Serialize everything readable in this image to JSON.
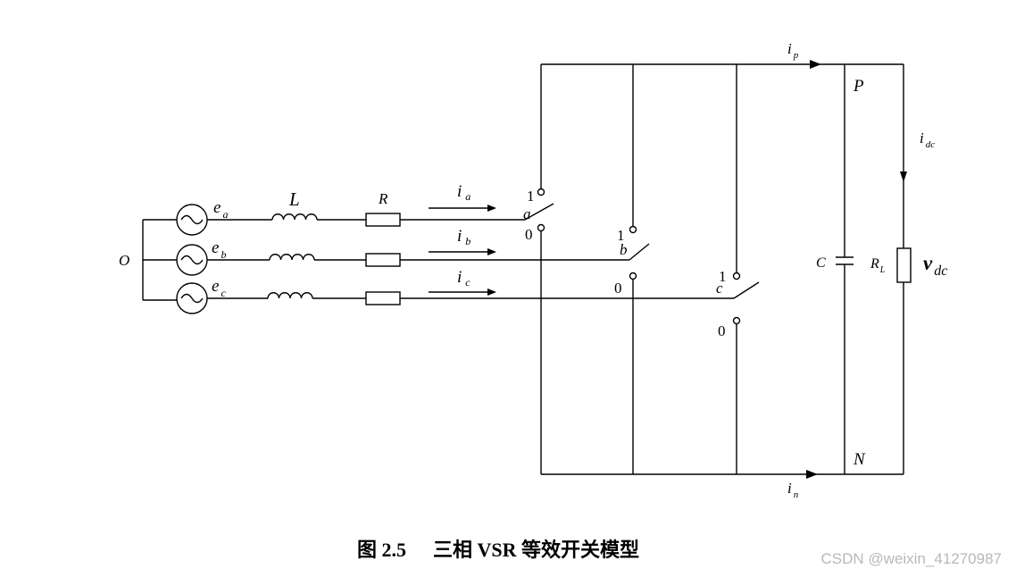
{
  "labels": {
    "neutral": "O",
    "sources": [
      {
        "e": "e",
        "sub": "a"
      },
      {
        "e": "e",
        "sub": "b"
      },
      {
        "e": "e",
        "sub": "c"
      }
    ],
    "inductor": "L",
    "resistor": "R",
    "currents": [
      {
        "i": "i",
        "sub": "a"
      },
      {
        "i": "i",
        "sub": "b"
      },
      {
        "i": "i",
        "sub": "c"
      }
    ],
    "switches": [
      {
        "name": "a",
        "one": "1",
        "zero": "0"
      },
      {
        "name": "b",
        "one": "1",
        "zero": "0"
      },
      {
        "name": "c",
        "one": "1",
        "zero": "0"
      }
    ],
    "ip": {
      "i": "i",
      "sub": "p"
    },
    "in": {
      "i": "i",
      "sub": "n"
    },
    "idc": {
      "i": "i",
      "sub": "dc"
    },
    "P": "P",
    "N": "N",
    "capacitor": "C",
    "load": {
      "main": "R",
      "sub": "L"
    },
    "vdc": {
      "v": "v",
      "sub": "dc"
    }
  },
  "caption": {
    "figure": "图 2.5",
    "title": "三相 VSR 等效开关模型"
  },
  "watermark": "CSDN @weixin_41270987"
}
